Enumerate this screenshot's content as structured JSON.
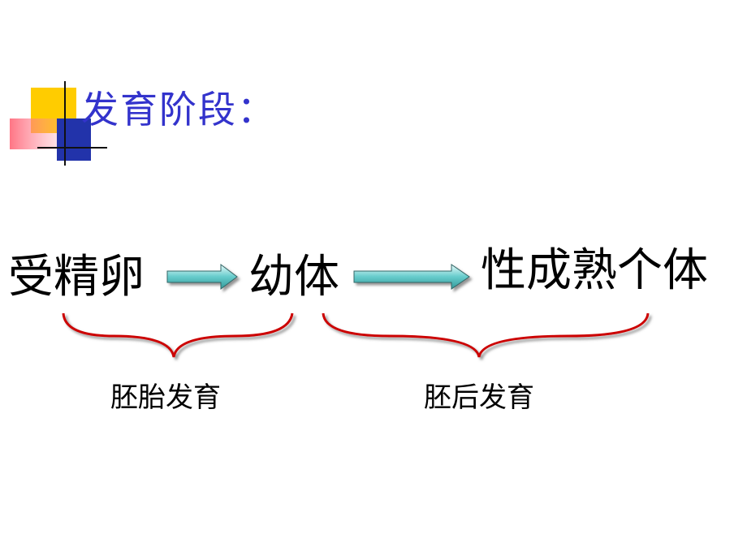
{
  "title": "发育阶段：",
  "flow": {
    "stages": [
      "受精卵",
      "幼体",
      "性成熟个体"
    ],
    "phases": [
      "胚胎发育",
      "胚后发育"
    ]
  },
  "colors": {
    "title": "#3333cc",
    "brace": "#cc0000",
    "arrow_fill": "#66cccc",
    "deco_yellow": "#ffcc00",
    "deco_red": "#ff4455",
    "deco_blue": "#2233aa"
  }
}
